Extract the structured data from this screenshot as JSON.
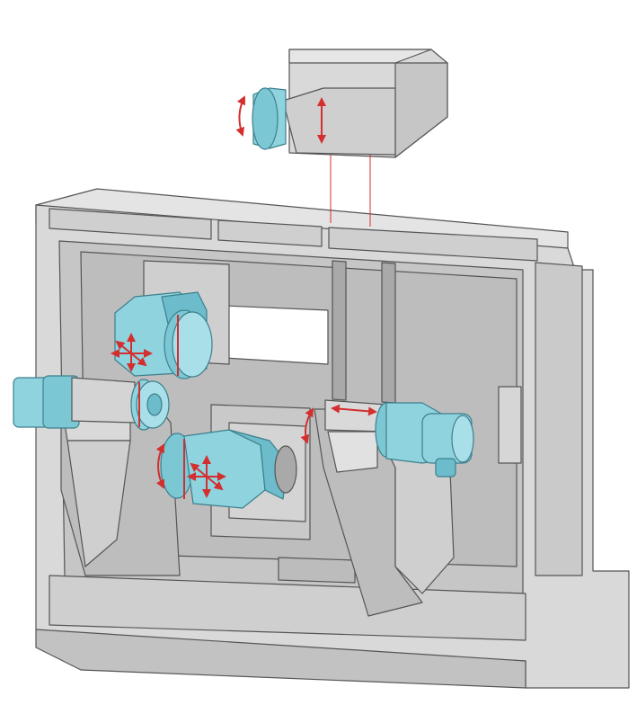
{
  "colors": {
    "background": "#ffffff",
    "machine_light": "#d9d9d9",
    "machine_mid": "#bdbdbd",
    "machine_dark": "#9a9a9a",
    "outline": "#555555",
    "turret_cyan": "#8fd3df",
    "turret_cyan_dark": "#4aa9bb",
    "motion_arrow": "#d32f2f"
  },
  "components": {
    "machine_bed": {
      "icon": "machine-bed"
    },
    "gantry_turret_top": {
      "icon": "turret-with-vertical-arrow",
      "motions": [
        "rotation",
        "vertical"
      ]
    },
    "upper_left_turret": {
      "icon": "turret-with-xy-cross",
      "motions": [
        "rotation",
        "x",
        "y"
      ]
    },
    "lower_left_turret": {
      "icon": "turret-with-xy-cross",
      "motions": [
        "rotation",
        "x",
        "y"
      ]
    },
    "left_main_spindle": {
      "icon": "spindle-chuck"
    },
    "right_counter_spindle": {
      "icon": "spindle-chuck",
      "motions": [
        "rotation",
        "horizontal"
      ]
    },
    "left_support": {
      "icon": "spindle-support"
    },
    "right_support": {
      "icon": "spindle-support"
    }
  }
}
